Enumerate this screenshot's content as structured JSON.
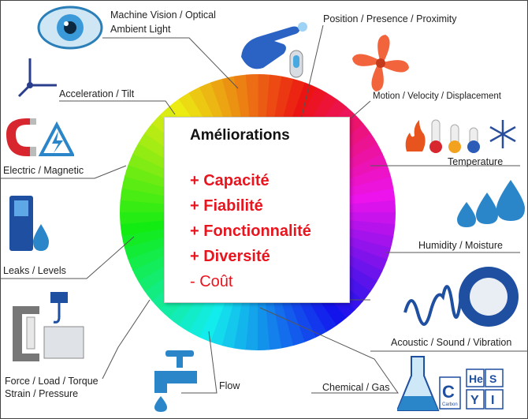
{
  "center": {
    "title": "Améliorations",
    "items": [
      "+ Capacité",
      "+ Fiabilité",
      "+ Fonctionnalité",
      "+ Diversité",
      "- Coût"
    ]
  },
  "labels": {
    "machine_vision_1": "Machine Vision / Optical",
    "machine_vision_2": "Ambient Light",
    "position": "Position / Presence / Proximity",
    "acceleration": "Acceleration / Tilt",
    "motion": "Motion / Velocity / Displacement",
    "electric": "Electric / Magnetic",
    "temperature": "Temperature",
    "leaks": "Leaks / Levels",
    "humidity": "Humidity / Moisture",
    "acoustic": "Acoustic / Sound / Vibration",
    "force_1": "Force / Load / Torque",
    "force_2": "Strain / Pressure",
    "flow": "Flow",
    "chemical": "Chemical / Gas"
  },
  "periodic": {
    "cell1": "He",
    "cell2": "S",
    "cell3": "C",
    "cell3_sub": "Carbon",
    "cell4": "Y",
    "cell5": "I"
  },
  "icons": [
    "eye-icon",
    "finger-touch-icon",
    "axes-icon",
    "fan-icon",
    "magnet-icon",
    "thermometer-icon",
    "snowflake-icon",
    "tank-icon",
    "droplets-icon",
    "sound-wave-icon",
    "clamp-icon",
    "hook-icon",
    "faucet-icon",
    "flask-icon"
  ],
  "colors": {
    "accent_red": "#e8141e"
  }
}
